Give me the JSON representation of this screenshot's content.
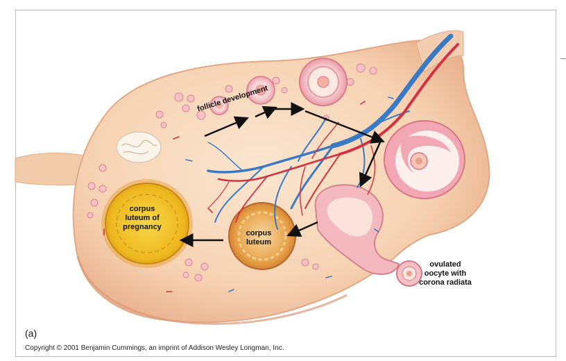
{
  "labels": {
    "follicle_development": "follicle development",
    "corpus_luteum_of_pregnancy": "corpus\nluteum of\npregnancy",
    "corpus_luteum": "corpus\nluteum",
    "ovulated_oocyte": "ovulated\noocyte with\ncorona radiata",
    "panel": "(a)"
  },
  "copyright": "Copyright © 2001 Benjamin Cummings, an imprint of Addison Wesley Longman, Inc.",
  "colors": {
    "ovary_fill": "#f6d6b8",
    "ovary_edge": "#e8b896",
    "stroma": "#f8e0c6",
    "vein": "#3a79c4",
    "artery": "#d2323f",
    "corpus_luteum": "#f1c430",
    "follicle_ring": "#e98a96",
    "arrow": "#111111"
  }
}
